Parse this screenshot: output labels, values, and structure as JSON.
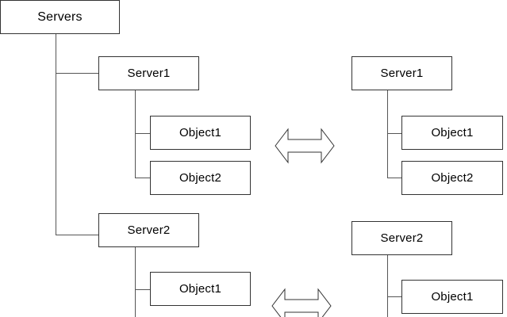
{
  "colors": {
    "stroke": "#333333",
    "connector": "#555555",
    "background": "#ffffff",
    "text": "#000000"
  },
  "left_tree": {
    "root": "Servers",
    "servers": [
      {
        "label": "Server1",
        "objects": [
          "Object1",
          "Object2"
        ]
      },
      {
        "label": "Server2",
        "objects": [
          "Object1"
        ]
      }
    ]
  },
  "right_trees": [
    {
      "label": "Server1",
      "objects": [
        "Object1",
        "Object2"
      ]
    },
    {
      "label": "Server2",
      "objects": [
        "Object1"
      ]
    }
  ],
  "icons": {
    "sync": "double-headed-arrow-icon"
  }
}
